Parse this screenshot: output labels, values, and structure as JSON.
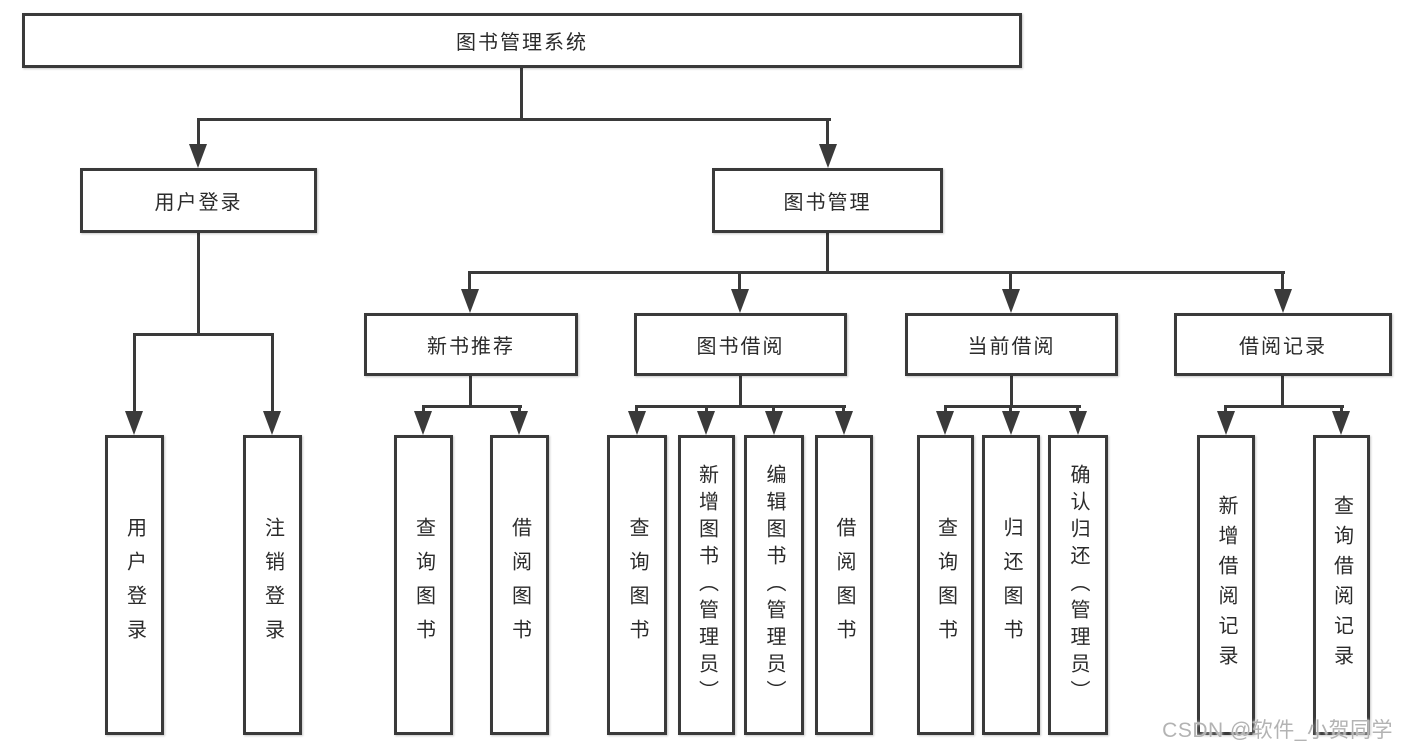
{
  "theme": {
    "line_color": "#3a3a3a",
    "text_color": "#2b2b2b",
    "background": "#ffffff",
    "watermark_color": "#b3b3b3"
  },
  "diagram": {
    "root": "图书管理系统",
    "level2": {
      "user_login": "用户登录",
      "book_management": "图书管理"
    },
    "level3": {
      "new_book_recommend": "新书推荐",
      "book_borrow": "图书借阅",
      "current_borrow": "当前借阅",
      "borrow_records": "借阅记录"
    },
    "leaves": {
      "login": "用户登录",
      "logout": "注销登录",
      "recommend_query_book": "查询图书",
      "recommend_borrow_book": "借阅图书",
      "borrow_query_book": "查询图书",
      "borrow_add_book_admin": "新增图书（管理员）",
      "borrow_edit_book_admin": "编辑图书（管理员）",
      "borrow_borrow_book": "借阅图书",
      "current_query_book": "查询图书",
      "current_return_book": "归还图书",
      "current_confirm_return_admin": "确认归还（管理员）",
      "records_add_record": "新增借阅记录",
      "records_query_record": "查询借阅记录"
    }
  },
  "watermark": {
    "text": "CSDN @软件_小贺同学"
  }
}
